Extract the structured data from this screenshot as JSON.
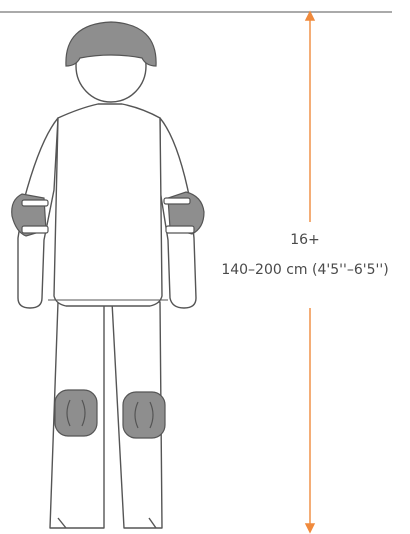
{
  "size_guide": {
    "age_label": "16+",
    "height_range_label": "140–200 cm (4'5''–6'5'')",
    "arrow_color": "#f08a3c",
    "outline_color": "#555555",
    "pad_color": "#8e8e8e",
    "items": [
      "helmet",
      "elbow-pads",
      "knee-pads"
    ]
  }
}
